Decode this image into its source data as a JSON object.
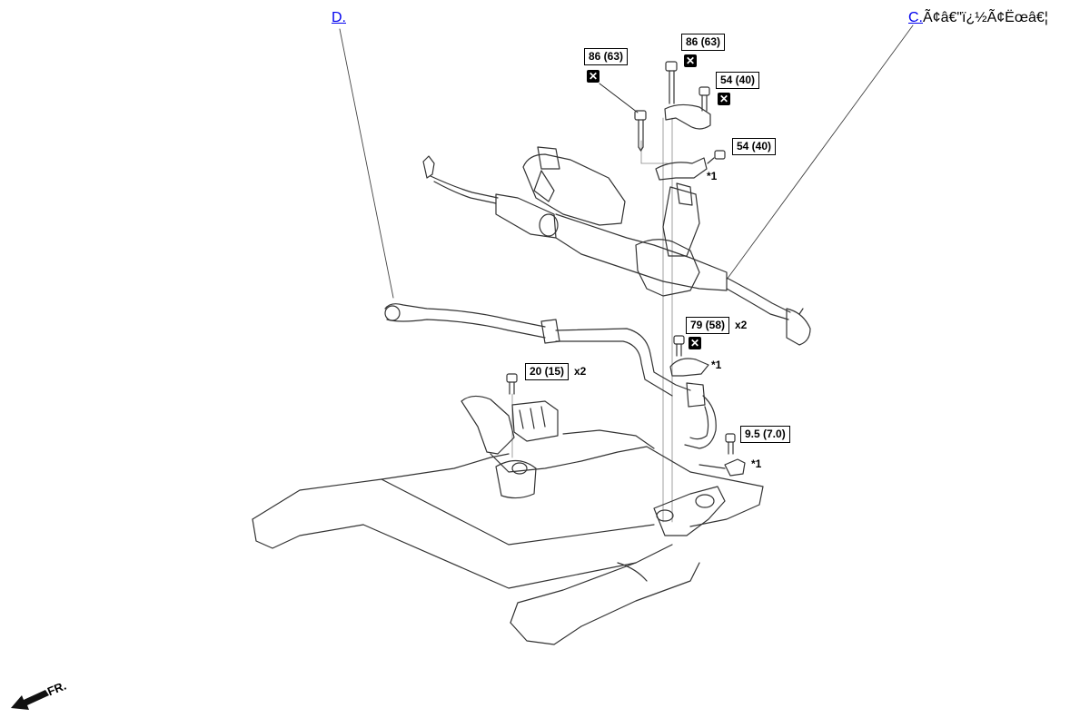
{
  "links": {
    "d_label": "D.",
    "c_label": "C."
  },
  "c_trailing_text": "Ã¢â€\"ï¿½Ã¢Ëœâ€¦",
  "callouts": [
    {
      "id": "t1",
      "value": "86 (63)",
      "replace_icon": true,
      "qty": "",
      "note": ""
    },
    {
      "id": "t2",
      "value": "86 (63)",
      "replace_icon": true,
      "qty": "",
      "note": ""
    },
    {
      "id": "t3",
      "value": "54 (40)",
      "replace_icon": true,
      "qty": "",
      "note": ""
    },
    {
      "id": "t4",
      "value": "54 (40)",
      "replace_icon": false,
      "qty": "",
      "note": "*1"
    },
    {
      "id": "t5",
      "value": "79 (58)",
      "replace_icon": true,
      "qty": "x2",
      "note": "*1"
    },
    {
      "id": "t6",
      "value": "20 (15)",
      "replace_icon": false,
      "qty": "x2",
      "note": ""
    },
    {
      "id": "t7",
      "value": "9.5 (7.0)",
      "replace_icon": false,
      "qty": "",
      "note": "*1"
    }
  ],
  "direction": {
    "label": "FR."
  },
  "icons": {
    "replace_icon": "x-box-icon",
    "direction_arrow": "front-arrow-icon"
  },
  "colors": {
    "link": "#0000ee",
    "drawing": "#000000",
    "background": "#ffffff"
  }
}
